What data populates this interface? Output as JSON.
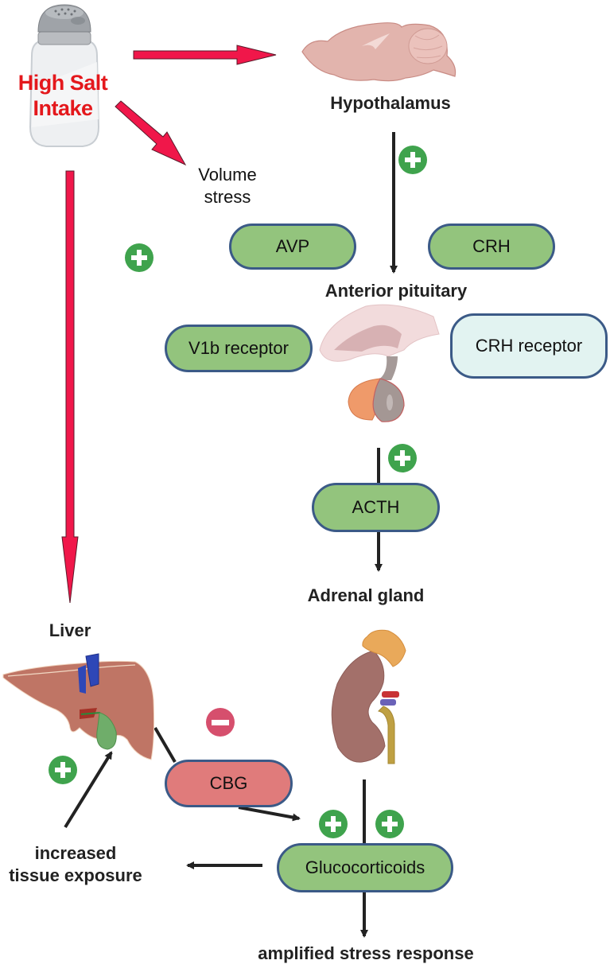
{
  "title": "High salt intake and HPA axis stress response",
  "colors": {
    "salt_text": "#e4181c",
    "red_arrow": "#f0174a",
    "green_pill": "#93c47d",
    "receptor_pill": "#e2f3f1",
    "cbg_pill": "#e07b7b",
    "pill_border": "#3b5a87",
    "plus_sign": "#3fa34d",
    "minus_sign": "#d64f6d",
    "black_arrow": "#222222"
  },
  "stimulus": {
    "title_line1": "High Salt",
    "title_line2": "Intake",
    "icon": "salt-shaker-icon"
  },
  "volume_stress": {
    "line1": "Volume",
    "line2": "stress"
  },
  "organs": {
    "hypothalamus": {
      "label": "Hypothalamus",
      "icon": "brain-icon"
    },
    "anterior_pituitary": {
      "label": "Anterior pituitary",
      "icon": "pituitary-icon"
    },
    "adrenal_gland": {
      "label": "Adrenal gland",
      "icon": "kidney-adrenal-icon"
    },
    "liver": {
      "label": "Liver",
      "icon": "liver-icon"
    }
  },
  "molecules": {
    "avp": "AVP",
    "crh": "CRH",
    "v1b_receptor": "V1b receptor",
    "crh_receptor": "CRH receptor",
    "acth": "ACTH",
    "cbg": "CBG",
    "glucocorticoids": "Glucocorticoids"
  },
  "outcomes": {
    "tissue_exposure_line1": "increased",
    "tissue_exposure_line2": "tissue exposure",
    "stress_response": "amplified stress response"
  },
  "signs": {
    "plus": "+",
    "minus": "−"
  }
}
